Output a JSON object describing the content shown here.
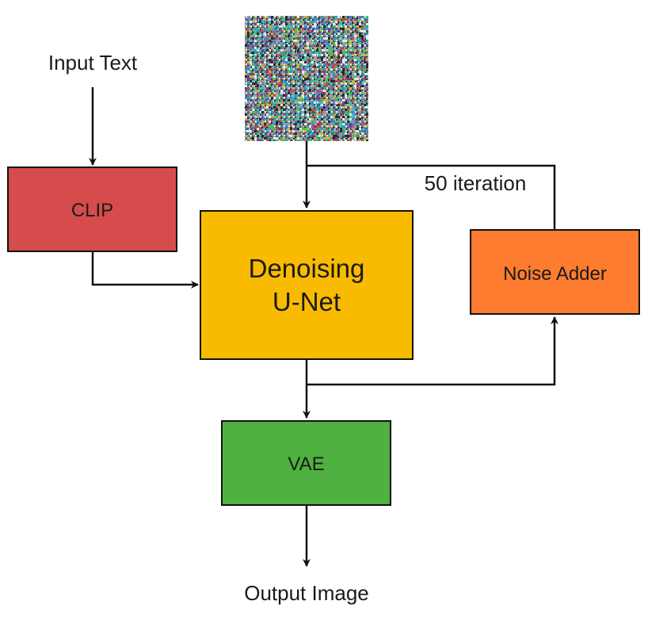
{
  "nodes": {
    "input_text": "Input Text",
    "clip": "CLIP",
    "unet_line1": "Denoising",
    "unet_line2": "U-Net",
    "noise_adder": "Noise Adder",
    "vae": "VAE",
    "output_image": "Output Image"
  },
  "edges": {
    "loop_label": "50 iteration"
  },
  "colors": {
    "clip": "#d64b4b",
    "unet": "#f9bb00",
    "noise_adder": "#fd7c2f",
    "vae": "#4fb13f",
    "line": "#111111"
  }
}
